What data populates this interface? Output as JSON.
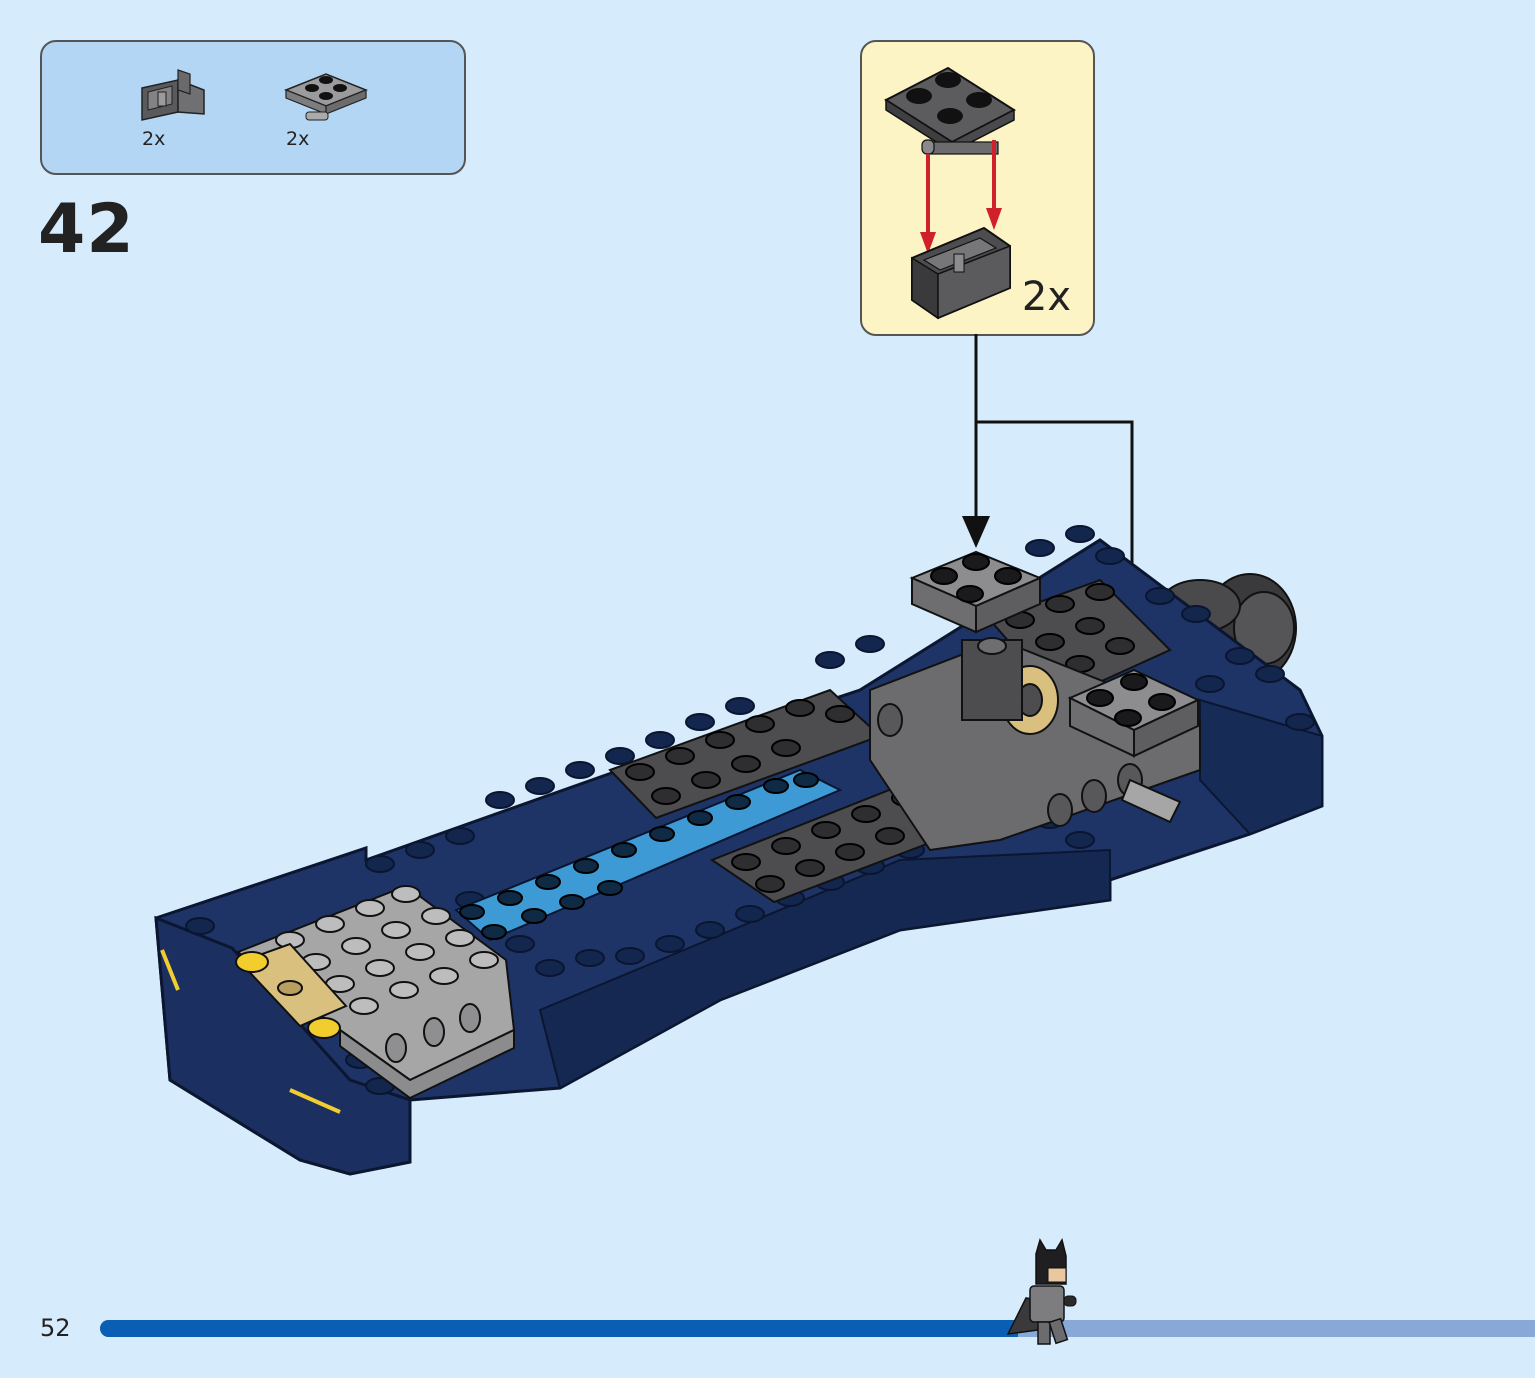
{
  "page": {
    "step_number": "42",
    "page_number": "52"
  },
  "parts_list": [
    {
      "icon": "bracket-piece-icon",
      "quantity": "2x"
    },
    {
      "icon": "plate-with-clip-piece-icon",
      "quantity": "2x"
    }
  ],
  "sub_assembly": {
    "quantity": "2x",
    "arrow_color": "#d0202a"
  },
  "progress": {
    "fraction": 0.64
  },
  "colors": {
    "background": "#d6ebfb",
    "parts_box": "#b3d6f4",
    "callout": "#fdf4c6",
    "dark_blue_brick": "#1e3466",
    "dark_gray_brick": "#4d4d4f",
    "light_gray_brick": "#a6a6a6",
    "medium_azure": "#3d9ad4",
    "yellow": "#f2cd2e",
    "tan": "#d9c07f",
    "progress_fill": "#0a5fb4",
    "progress_track": "#88a8d8"
  }
}
